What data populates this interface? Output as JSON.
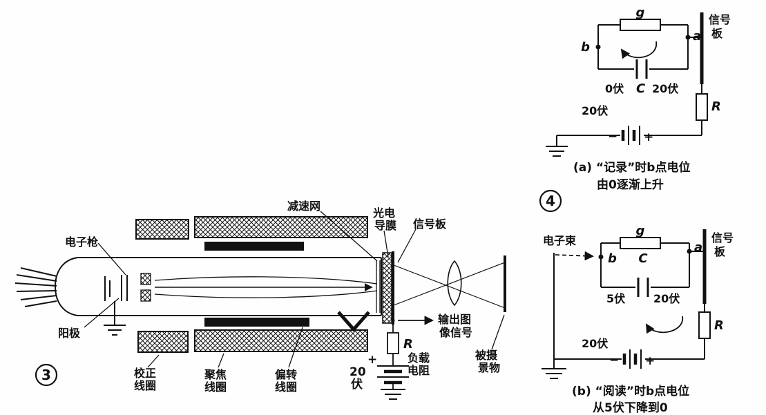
{
  "fig3": {
    "badge": "3",
    "gun": "电子枪",
    "anode": "阳极",
    "mesh": "减速网",
    "film1": "光电",
    "film2": "导膜",
    "plate": "信号板",
    "out1": "输出图",
    "out2": "像信号",
    "load1": "负载",
    "load2": "电阻",
    "obj1": "被摄",
    "obj2": "景物",
    "corr1": "校正",
    "corr2": "线圈",
    "foc1": "聚焦",
    "foc2": "线圈",
    "defl1": "偏转",
    "defl2": "线圈",
    "v1": "20",
    "v2": "伏",
    "r": "R",
    "plus": "+"
  },
  "fig4": {
    "badge": "4",
    "a": {
      "g": "g",
      "a": "a",
      "b": "b",
      "c": "C",
      "v_left": "0伏",
      "v_right": "20伏",
      "plate1": "信号",
      "plate2": "板",
      "r": "R",
      "supply": "20伏",
      "minus": "−",
      "plus": "+",
      "cap1": "(a) “记录”时b点电位",
      "cap2": "由0逐渐上升"
    },
    "b": {
      "beam": "电子束",
      "g": "g",
      "a": "a",
      "b": "b",
      "c": "C",
      "v_left": "5伏",
      "v_right": "20伏",
      "plate1": "信号",
      "plate2": "板",
      "r": "R",
      "supply": "20伏",
      "minus": "−",
      "plus": "+",
      "cap1": "(b) “阅读”时b点电位",
      "cap2": "从5伏下降到0"
    }
  }
}
